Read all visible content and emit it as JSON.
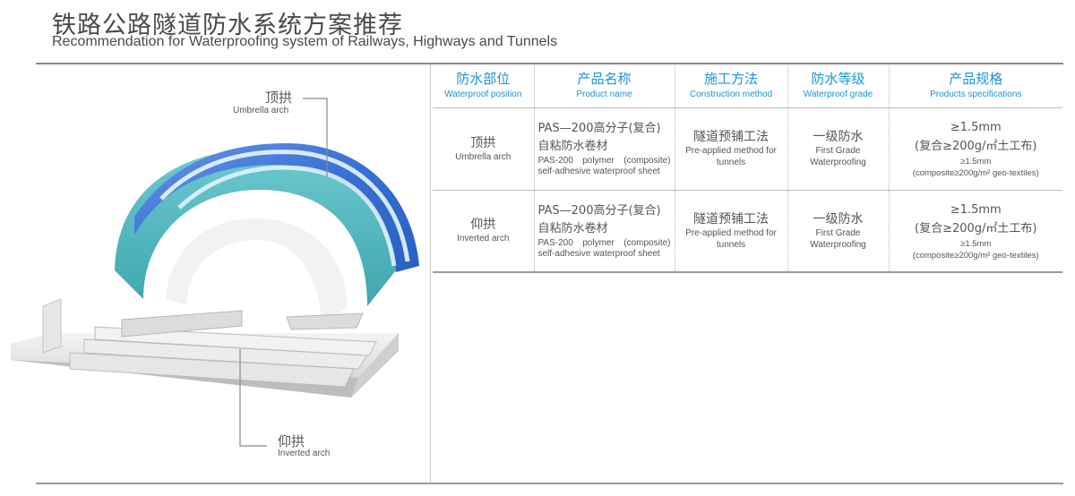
{
  "header": {
    "title_cn": "铁路公路隧道防水系统方案推荐",
    "title_en": "Recommendation for Waterproofing system of Railways, Highways and Tunnels"
  },
  "illustration": {
    "top_label_cn": "顶拱",
    "top_label_en": "Umbrella arch",
    "bottom_label_cn": "仰拱",
    "bottom_label_en": "Inverted arch"
  },
  "table": {
    "columns": [
      {
        "cn": "防水部位",
        "en": "Waterproof position"
      },
      {
        "cn": "产品名称",
        "en": "Product name"
      },
      {
        "cn": "施工方法",
        "en": "Construction method"
      },
      {
        "cn": "防水等级",
        "en": "Waterproof grade"
      },
      {
        "cn": "产品规格",
        "en": "Products specifications"
      }
    ],
    "rows": [
      {
        "position_cn": "顶拱",
        "position_en": "Umbrella arch",
        "product_cn": "PAS—200高分子(复合)自粘防水卷材",
        "product_en": "PAS-200 polymer (composite) self-adhesive waterproof sheet",
        "method_cn": "隧道预铺工法",
        "method_en": "Pre-applied method for tunnels",
        "grade_cn": "一级防水",
        "grade_en": "First Grade Waterproofing",
        "spec_cn_1": "≥1.5mm",
        "spec_cn_2": "(复合≥200g/㎡土工布)",
        "spec_en_1": "≥1.5mm",
        "spec_en_2": "(composite≥200g/m² geo-textiles)"
      },
      {
        "position_cn": "仰拱",
        "position_en": "Inverted arch",
        "product_cn": "PAS—200高分子(复合)自粘防水卷材",
        "product_en": "PAS-200 polymer (composite) self-adhesive waterproof sheet",
        "method_cn": "隧道预铺工法",
        "method_en": "Pre-applied method for tunnels",
        "grade_cn": "一级防水",
        "grade_en": "First Grade Waterproofing",
        "spec_cn_1": "≥1.5mm",
        "spec_cn_2": "(复合≥200g/㎡土工布)",
        "spec_en_1": "≥1.5mm",
        "spec_en_2": "(composite≥200g/m² geo-textiles)"
      }
    ]
  },
  "colors": {
    "header_blue": "#1a95d1",
    "arch_blue": "#2f6fd0",
    "membrane_teal": "#4fb8c0",
    "concrete_gray": "#e8e8e8"
  }
}
